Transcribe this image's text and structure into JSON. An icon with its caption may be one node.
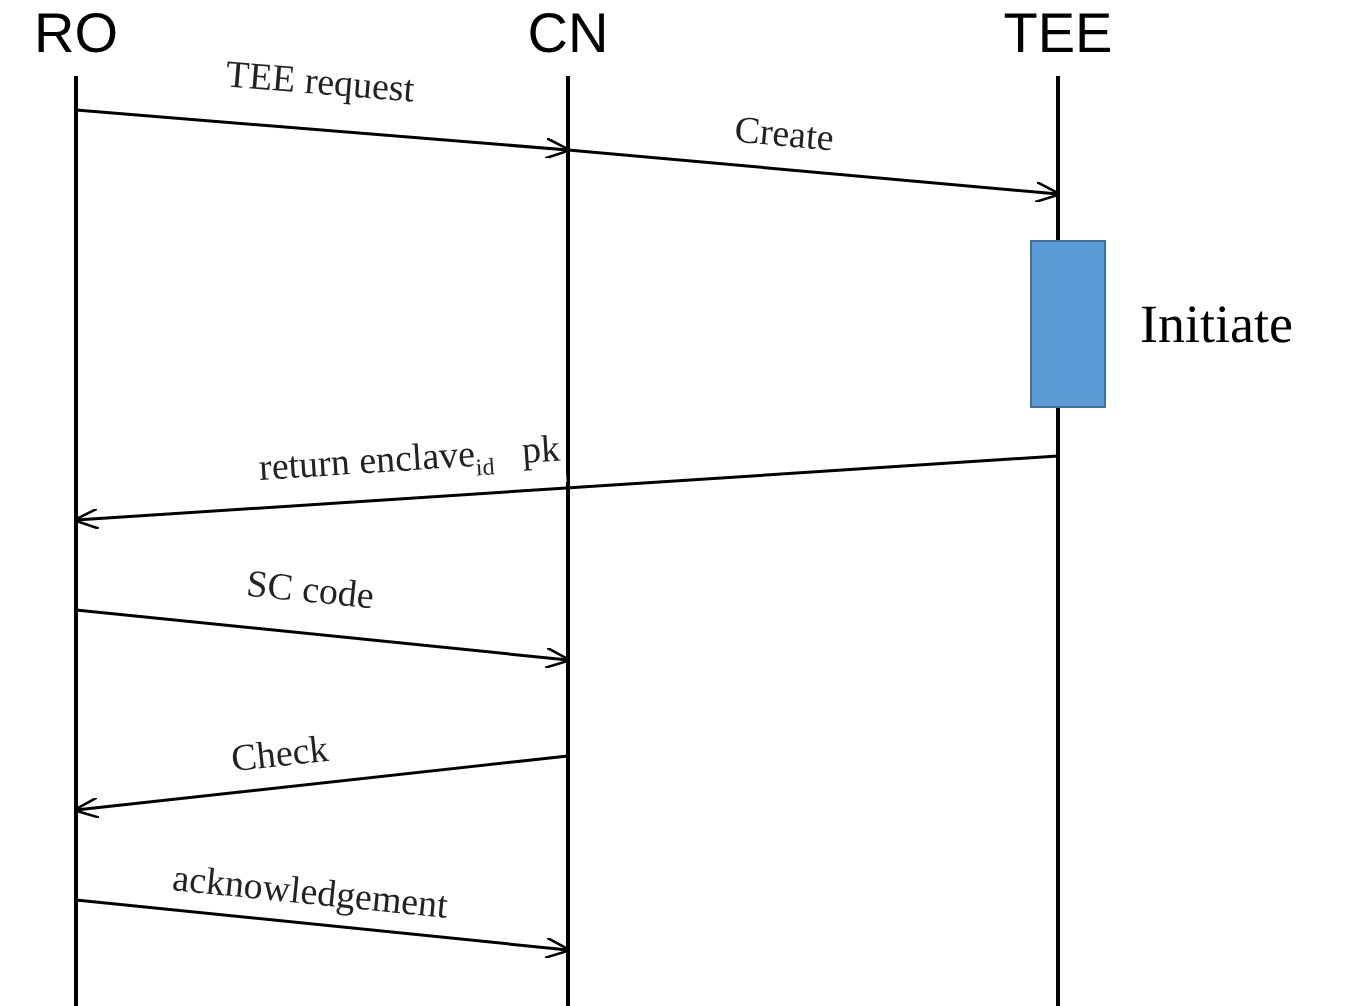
{
  "diagram": {
    "nodes": [
      {
        "text": [
          "RO"
        ]
      },
      {
        "text": [
          "CN"
        ]
      },
      {
        "text": [
          "TEE"
        ]
      },
      {
        "text": [],
        "shape": "bar",
        "beside": [
          "Initiate"
        ]
      }
    ],
    "edges": [
      {
        "from": 0,
        "to": 1,
        "arrow": "to",
        "label": "TEE request"
      },
      {
        "from": 1,
        "to": 2,
        "arrow": "to",
        "label": "Create"
      },
      {
        "from": 2,
        "to": 0,
        "arrow": "to",
        "label": "return enclave$_{id}$   pk"
      },
      {
        "from": 0,
        "to": 1,
        "arrow": "to",
        "label": "SC code"
      },
      {
        "from": 1,
        "to": 0,
        "arrow": "to",
        "label": "Check"
      },
      {
        "from": 0,
        "to": 1,
        "arrow": "to",
        "label": "acknowledgement"
      }
    ]
  }
}
